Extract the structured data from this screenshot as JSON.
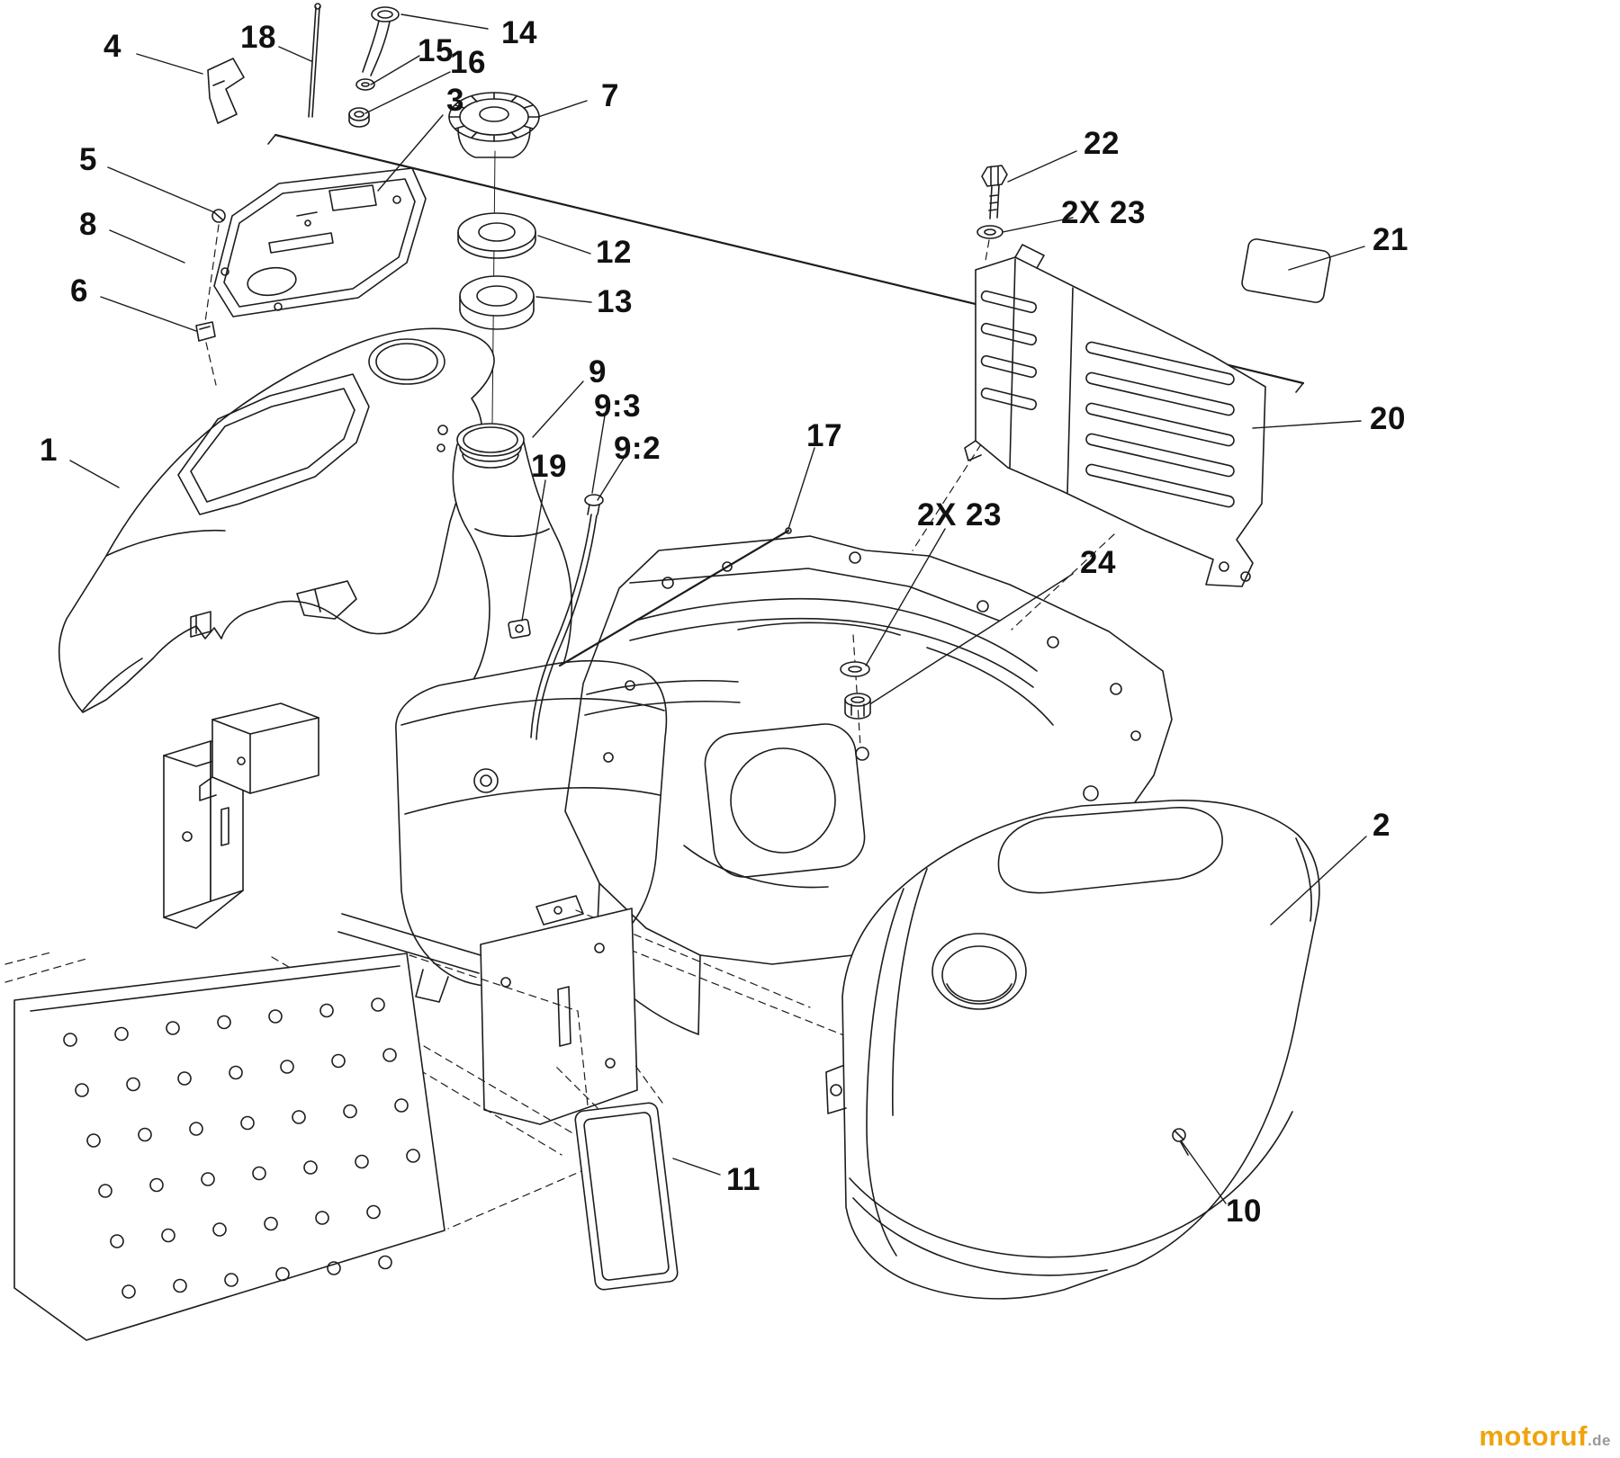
{
  "figure": {
    "kind": "exploded-parts-diagram"
  },
  "colors": {
    "line": "#1c1c1c",
    "background": "#ffffff",
    "watermark_brand": "#f0a30a",
    "watermark_tld": "#9a9a9a"
  },
  "callouts": [
    {
      "label": "1"
    },
    {
      "label": "2"
    },
    {
      "label": "3"
    },
    {
      "label": "4"
    },
    {
      "label": "5"
    },
    {
      "label": "6"
    },
    {
      "label": "7"
    },
    {
      "label": "8"
    },
    {
      "label": "9"
    },
    {
      "label": "9:3"
    },
    {
      "label": "9:2"
    },
    {
      "label": "10"
    },
    {
      "label": "11"
    },
    {
      "label": "12"
    },
    {
      "label": "13"
    },
    {
      "label": "14"
    },
    {
      "label": "15"
    },
    {
      "label": "16"
    },
    {
      "label": "17"
    },
    {
      "label": "18"
    },
    {
      "label": "19"
    },
    {
      "label": "20"
    },
    {
      "label": "21"
    },
    {
      "label": "22"
    },
    {
      "label": "2X 23"
    },
    {
      "label": "2X 23"
    },
    {
      "label": "24"
    }
  ],
  "watermark": {
    "brand": "motoruf",
    "tld": ".de"
  }
}
